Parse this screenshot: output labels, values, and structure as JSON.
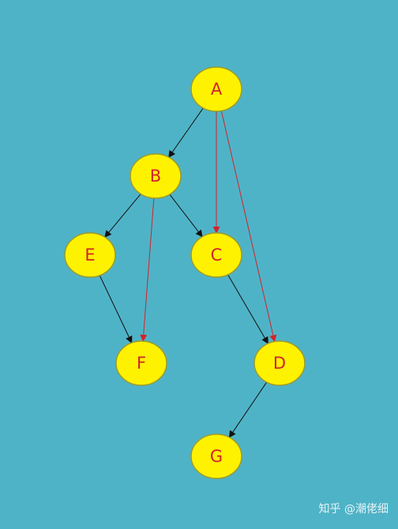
{
  "colors": {
    "background": "#4fb3c7",
    "node_fill": "#fff200",
    "node_stroke": "#9a9a2e",
    "label": "#d2232a",
    "edge_black": "#111111",
    "edge_red": "#d2232a"
  },
  "nodes": [
    {
      "id": "A",
      "label": "A"
    },
    {
      "id": "B",
      "label": "B"
    },
    {
      "id": "C",
      "label": "C"
    },
    {
      "id": "D",
      "label": "D"
    },
    {
      "id": "E",
      "label": "E"
    },
    {
      "id": "F",
      "label": "F"
    },
    {
      "id": "G",
      "label": "G"
    }
  ],
  "edges": [
    {
      "from": "A",
      "to": "B",
      "color": "black"
    },
    {
      "from": "A",
      "to": "C",
      "color": "red"
    },
    {
      "from": "A",
      "to": "D",
      "color": "red"
    },
    {
      "from": "B",
      "to": "E",
      "color": "black"
    },
    {
      "from": "B",
      "to": "C",
      "color": "black"
    },
    {
      "from": "B",
      "to": "F",
      "color": "red"
    },
    {
      "from": "E",
      "to": "F",
      "color": "black"
    },
    {
      "from": "C",
      "to": "D",
      "color": "black"
    },
    {
      "from": "D",
      "to": "G",
      "color": "black"
    }
  ],
  "watermark": "知乎 @潮佬细"
}
